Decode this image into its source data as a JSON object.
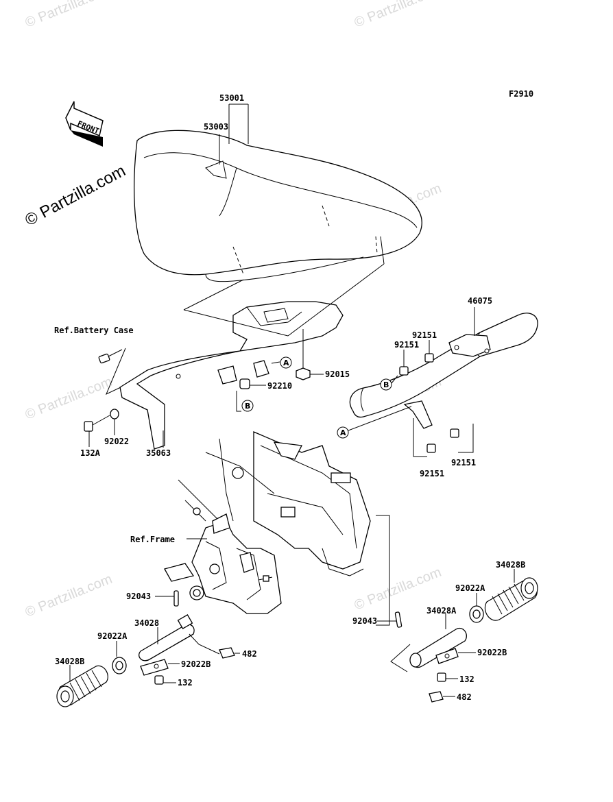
{
  "diagram_code": "F2910",
  "front_arrow_label": "FRONT",
  "watermark": "© Partzilla.com",
  "refs": {
    "battery_case": "Ref.Battery Case",
    "frame": "Ref.Frame"
  },
  "circle_marks": {
    "a": "A",
    "b": "B"
  },
  "part_numbers": {
    "p53001": "53001",
    "p53003": "53003",
    "p46075": "46075",
    "p92151_a": "92151",
    "p92151_b": "92151",
    "p92151_c": "92151",
    "p92151_d": "92151",
    "p92015": "92015",
    "p92210": "92210",
    "p92022": "92022",
    "p132A": "132A",
    "p35063": "35063",
    "p92043_l": "92043",
    "p34028": "34028",
    "p92022A_l": "92022A",
    "p34028B_l": "34028B",
    "p92022B_l": "92022B",
    "p482_l": "482",
    "p132_l": "132",
    "p34028B_r": "34028B",
    "p92022A_r": "92022A",
    "p34028A": "34028A",
    "p92043_r": "92043",
    "p92022B_r": "92022B",
    "p132_r": "132",
    "p482_r": "482"
  }
}
